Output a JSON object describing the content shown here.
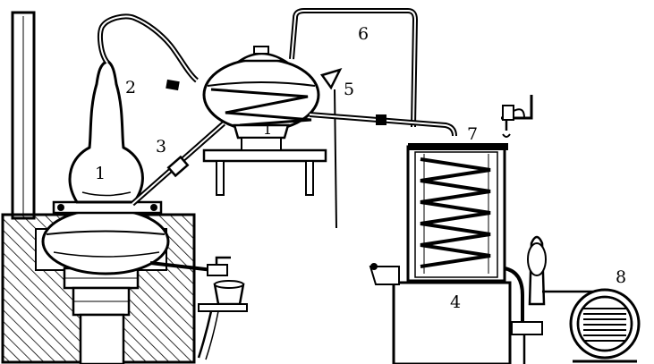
{
  "labels": {
    "l1": "1",
    "l1b": "1",
    "l2": "2",
    "l3": "3",
    "l4": "4",
    "l5": "5",
    "l6": "6",
    "l7": "7",
    "l8": "8"
  }
}
